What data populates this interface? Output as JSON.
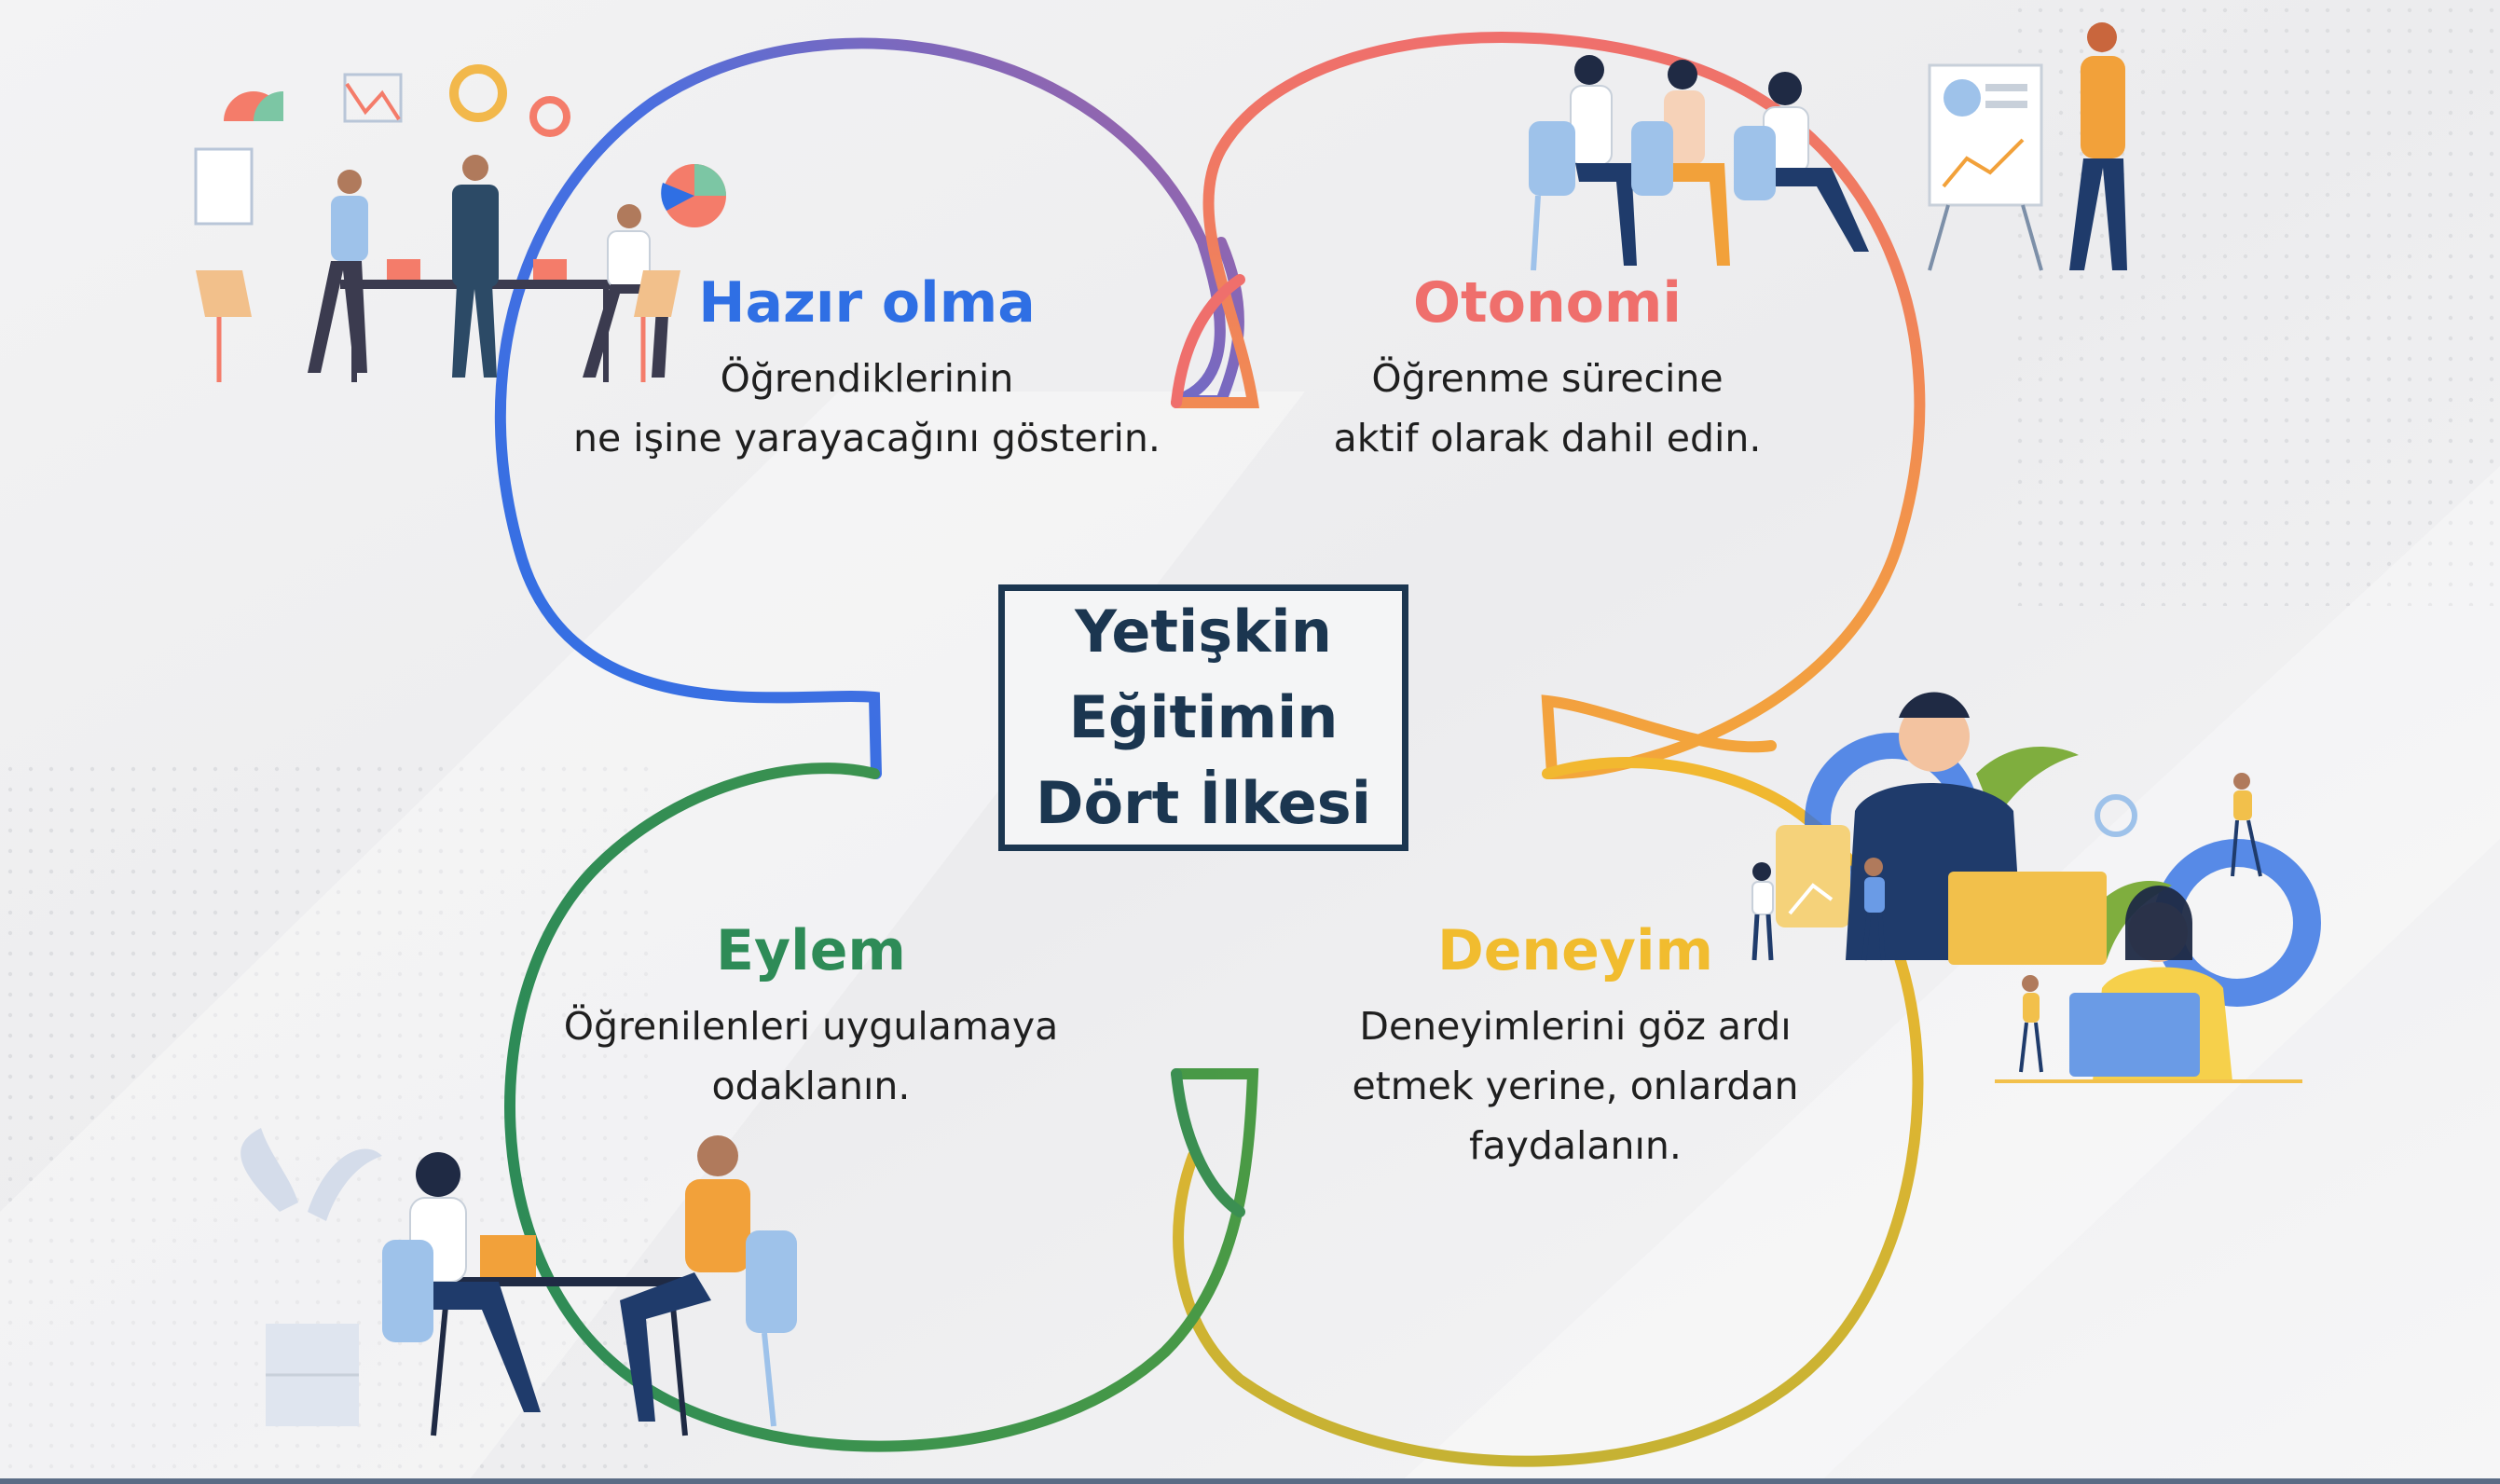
{
  "colors": {
    "blue": "#2f6fe4",
    "purple": "#8c5fb8",
    "coral": "#ef6f6c",
    "orange": "#f2a13a",
    "yellow": "#f1bc2f",
    "green": "#2e8b57",
    "navy": "#1b3650"
  },
  "center": {
    "lines": [
      "Yetişkin",
      "Eğitimin",
      "Dört İlkesi"
    ]
  },
  "principles": [
    {
      "title": "Hazır olma",
      "lines": [
        "Öğrendiklerinin",
        "ne işine yarayacağını gösterin."
      ],
      "color": "#2f6fe4"
    },
    {
      "title": "Otonomi",
      "lines": [
        "Öğrenme sürecine",
        "aktif olarak dahil edin."
      ],
      "color": "#ef6f6c"
    },
    {
      "title": "Eylem",
      "lines": [
        "Öğrenilenleri uygulamaya",
        "odaklanın."
      ],
      "color": "#2e8b57"
    },
    {
      "title": "Deneyim",
      "lines": [
        "Deneyimlerini göz ardı",
        "etmek yerine, onlardan",
        "faydalanın."
      ],
      "color": "#f1bc2f"
    }
  ],
  "illustrations": [
    {
      "icon": "business-meeting-illustration"
    },
    {
      "icon": "seminar-presentation-illustration"
    },
    {
      "icon": "one-on-one-conversation-illustration"
    },
    {
      "icon": "business-team-gears-illustration"
    }
  ]
}
